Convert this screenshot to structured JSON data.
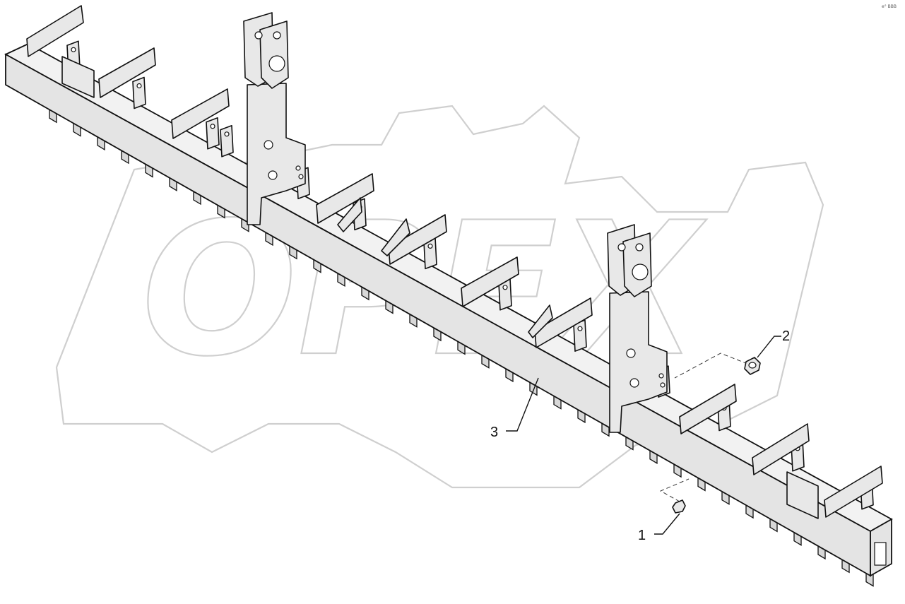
{
  "drawing": {
    "watermark_text": "OPEX",
    "corner_code": "e° BBB"
  },
  "callouts": [
    {
      "number": "1"
    },
    {
      "number": "2"
    },
    {
      "number": "3"
    }
  ]
}
